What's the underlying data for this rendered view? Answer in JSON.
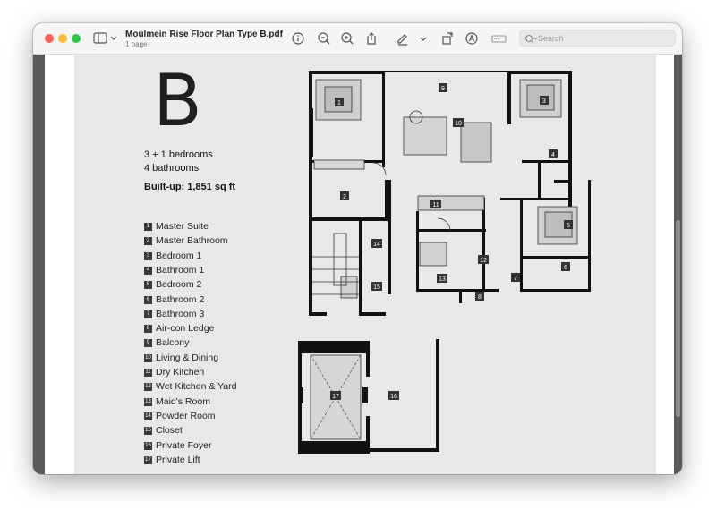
{
  "window": {
    "title": "Moulmein Rise Floor Plan Type B.pdf",
    "subtitle": "1 page"
  },
  "toolbar": {
    "search_placeholder": "Search"
  },
  "document": {
    "unit_letter": "B",
    "bedrooms": "3 + 1 bedrooms",
    "bathrooms": "4 bathrooms",
    "built_up": "Built-up: 1,851 sq ft",
    "legend": [
      {
        "num": "1",
        "label": "Master Suite"
      },
      {
        "num": "2",
        "label": "Master Bathroom"
      },
      {
        "num": "3",
        "label": "Bedroom 1"
      },
      {
        "num": "4",
        "label": "Bathroom 1"
      },
      {
        "num": "5",
        "label": "Bedroom 2"
      },
      {
        "num": "6",
        "label": "Bathroom 2"
      },
      {
        "num": "7",
        "label": "Bathroom 3"
      },
      {
        "num": "8",
        "label": "Air-con Ledge"
      },
      {
        "num": "9",
        "label": "Balcony"
      },
      {
        "num": "10",
        "label": "Living & Dining"
      },
      {
        "num": "11",
        "label": "Dry Kitchen"
      },
      {
        "num": "12",
        "label": "Wet Kitchen & Yard"
      },
      {
        "num": "13",
        "label": "Maid's Room"
      },
      {
        "num": "14",
        "label": "Powder Room"
      },
      {
        "num": "15",
        "label": "Closet"
      },
      {
        "num": "16",
        "label": "Private Foyer"
      },
      {
        "num": "17",
        "label": "Private Lift"
      }
    ],
    "plan_tags": [
      "1",
      "2",
      "3",
      "4",
      "5",
      "6",
      "7",
      "8",
      "9",
      "10",
      "11",
      "12",
      "13",
      "14",
      "15",
      "16",
      "17"
    ]
  }
}
